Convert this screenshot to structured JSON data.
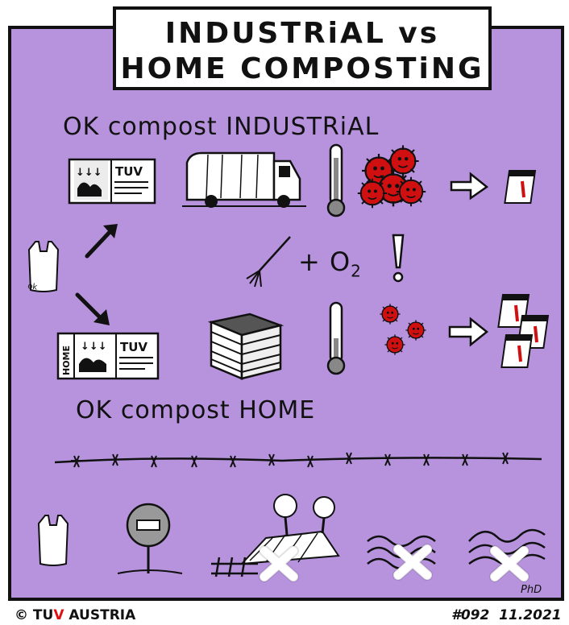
{
  "title": {
    "line1": "INDUSTRiAL vs",
    "line2": "HOME COMPOSTiNG"
  },
  "labels": {
    "industrial": "OK compost INDUSTRiAL",
    "home": "OK compost HOME",
    "oxygen": "+ O",
    "oxygen_sub": "2",
    "exclaim": "!"
  },
  "cards": {
    "tuv": "TUV",
    "home_side": "HOME",
    "arrows": "↓↓↓"
  },
  "bag_text": "ok",
  "calendar_digit": "1",
  "signature": "PhD",
  "footer": {
    "copyright": "© TU",
    "copyright_v": "V",
    "austria": " AUSTRIA",
    "issue": "#092",
    "date": "11.2021"
  },
  "colors": {
    "background": "#b793de",
    "accent_red": "#d01010",
    "ink": "#111111"
  }
}
